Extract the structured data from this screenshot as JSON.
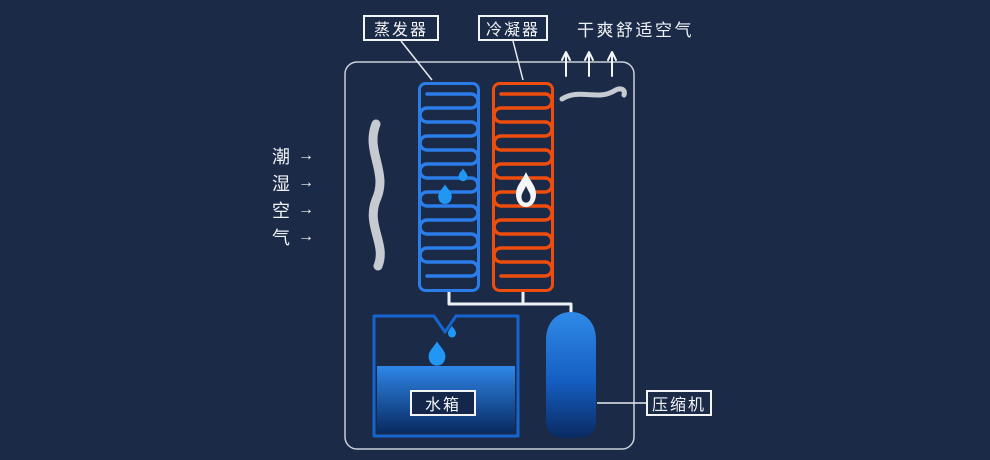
{
  "diagram": {
    "evaporator_label": "蒸发器",
    "condenser_label": "冷凝器",
    "dry_air_label": "干爽舒适空气",
    "water_tank_label": "水箱",
    "compressor_label": "压缩机",
    "humid_air": {
      "rows": [
        {
          "char": "潮",
          "arrow": "→"
        },
        {
          "char": "湿",
          "arrow": "→"
        },
        {
          "char": "空",
          "arrow": "→"
        },
        {
          "char": "气",
          "arrow": "→"
        }
      ]
    },
    "exhaust_arrow_glyph": "↑"
  },
  "colors": {
    "background": "#1b2a46",
    "evaporator_coil": "#2b7de9",
    "condenser_coil": "#ee4d0d",
    "water_tank_border": "#1565d0",
    "droplet": "#2196f3",
    "text": "#eef1f5",
    "outline": "#c9d0d8"
  }
}
